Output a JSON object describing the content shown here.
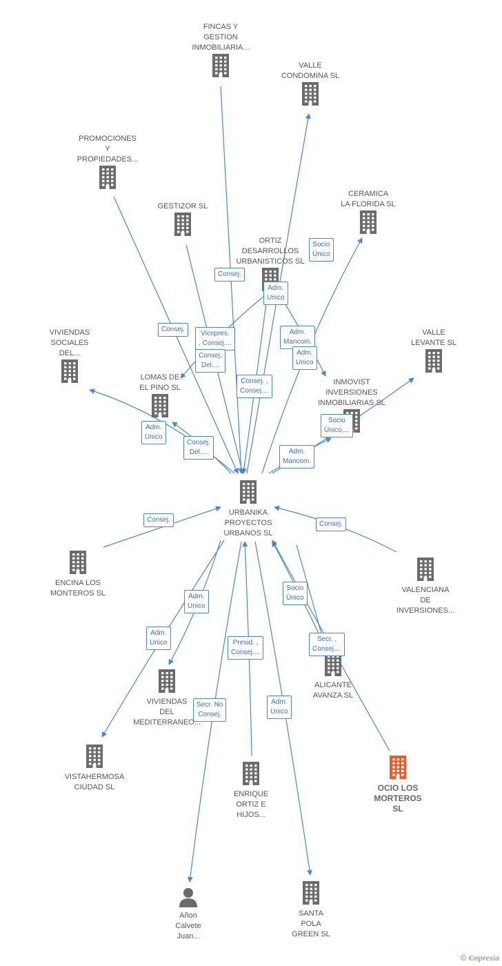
{
  "colors": {
    "node": "#6b6b6b",
    "highlight": "#f05a28",
    "edge": "#4a86d0"
  },
  "center": "URBANIKA\nPROYECTOS\nURBANOS SL",
  "nodes": [
    {
      "id": "fincas",
      "label": "FINCAS Y\nGESTION\nINMOBILIARIA...",
      "icon": "building-icon"
    },
    {
      "id": "valle_condomina",
      "label": "VALLE\nCONDOMINA SL",
      "icon": "building-icon"
    },
    {
      "id": "promociones",
      "label": "PROMOCIONES\nY\nPROPIEDADES...",
      "icon": "building-icon"
    },
    {
      "id": "gestizor",
      "label": "GESTIZOR SL",
      "icon": "building-icon"
    },
    {
      "id": "ceramica",
      "label": "CERAMICA\nLA FLORIDA SL",
      "icon": "building-icon"
    },
    {
      "id": "ortiz",
      "label": "ORTIZ\nDESARROLLOS\nURBANISTICOS SL",
      "icon": "building-icon"
    },
    {
      "id": "viviendas_sociales",
      "label": "VIVIENDAS\nSOCIALES\nDEL...",
      "icon": "building-icon"
    },
    {
      "id": "valle_levante",
      "label": "VALLE\nLEVANTE SL",
      "icon": "building-icon"
    },
    {
      "id": "lomas",
      "label": "LOMAS DE\nEL PINO SL",
      "icon": "building-icon"
    },
    {
      "id": "inmovist",
      "label": "INMOVIST\nINVERSIONES\nINMOBILIARIAS SL",
      "icon": "building-icon"
    },
    {
      "id": "urbanika",
      "label": "URBANIKA\nPROYECTOS\nURBANOS SL",
      "icon": "building-icon"
    },
    {
      "id": "encina",
      "label": "ENCINA LOS\nMONTEROS SL",
      "icon": "building-icon"
    },
    {
      "id": "valenciana",
      "label": "VALENCIANA\nDE\nINVERSIONES...",
      "icon": "building-icon"
    },
    {
      "id": "viviendas_med",
      "label": "VIVIENDAS\nDEL\nMEDITERRANEO...",
      "icon": "building-icon"
    },
    {
      "id": "alicante",
      "label": "ALICANTE\nAVANZA SL",
      "icon": "building-icon"
    },
    {
      "id": "vistahermosa",
      "label": "VISTAHERMOSA\nCIUDAD SL",
      "icon": "building-icon"
    },
    {
      "id": "enrique",
      "label": "ENRIQUE\nORTIZ E\nHIJOS...",
      "icon": "building-icon"
    },
    {
      "id": "ocio",
      "label": "OCIO LOS\nMORTEROS\nSL",
      "icon": "building-icon",
      "highlight": true
    },
    {
      "id": "anon",
      "label": "Añon\nCalvete\nJuan...",
      "icon": "person-icon"
    },
    {
      "id": "santa_pola",
      "label": "SANTA\nPOLA\nGREEN SL",
      "icon": "building-icon"
    }
  ],
  "edge_labels": [
    "Socio\nÚnico",
    "Consej.",
    "Adm.\nUnico",
    "Consej.",
    "Vicepres.\n, Consej....",
    "Adm.\nMancom.",
    "Consej.\nDel....",
    "Adm.\nUnico",
    "Consej. ,\nConsej....",
    "Socio\nÚnico,...",
    "Adm.\nUnico",
    "Consej.\nDel....",
    "Adm.\nMancom.",
    "Consej.",
    "Consej.",
    "Adm.\nUnico",
    "Socio\nÚnico",
    "Adm.\nUnico",
    "Presid. ,\nConsej....",
    "Secr. ,\nConsej....",
    "Secr. No\nConsej.",
    "Adm.\nUnico"
  ],
  "footer": {
    "copyright": "©",
    "brand_e": "€",
    "brand_rest": "mpresia"
  }
}
